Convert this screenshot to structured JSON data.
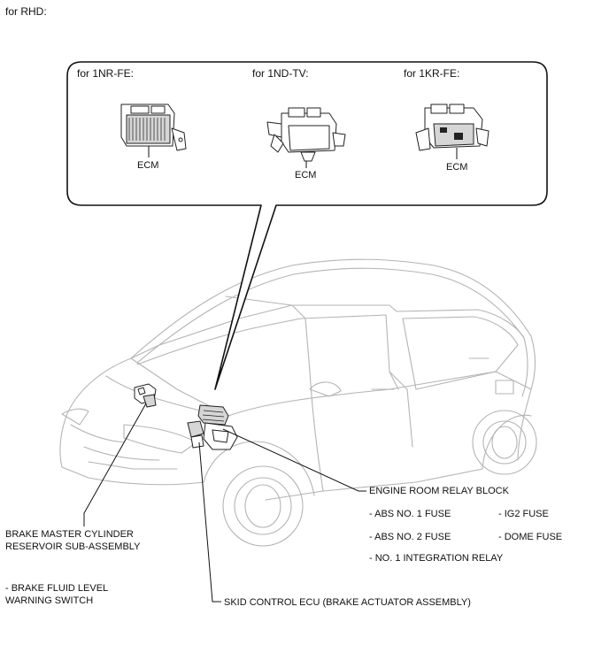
{
  "header": {
    "title": "for RHD:"
  },
  "callout": {
    "variants": [
      {
        "label": "for 1NR-FE:",
        "part": "ECM"
      },
      {
        "label": "for 1ND-TV:",
        "part": "ECM"
      },
      {
        "label": "for 1KR-FE:",
        "part": "ECM"
      }
    ]
  },
  "labels": {
    "engine_room_relay_block": "ENGINE ROOM RELAY BLOCK",
    "abs_no1_fuse": "- ABS NO. 1 FUSE",
    "abs_no2_fuse": "- ABS NO. 2 FUSE",
    "ig2_fuse": "- IG2 FUSE",
    "dome_fuse": "- DOME FUSE",
    "integration_relay": "- NO. 1 INTEGRATION RELAY",
    "brake_master_line1": "BRAKE MASTER CYLINDER",
    "brake_master_line2": "RESERVOIR SUB-ASSEMBLY",
    "fluid_switch_line1": "- BRAKE FLUID LEVEL",
    "fluid_switch_line2": "WARNING SWITCH",
    "skid_control": "SKID CONTROL ECU (BRAKE ACTUATOR ASSEMBLY)"
  }
}
